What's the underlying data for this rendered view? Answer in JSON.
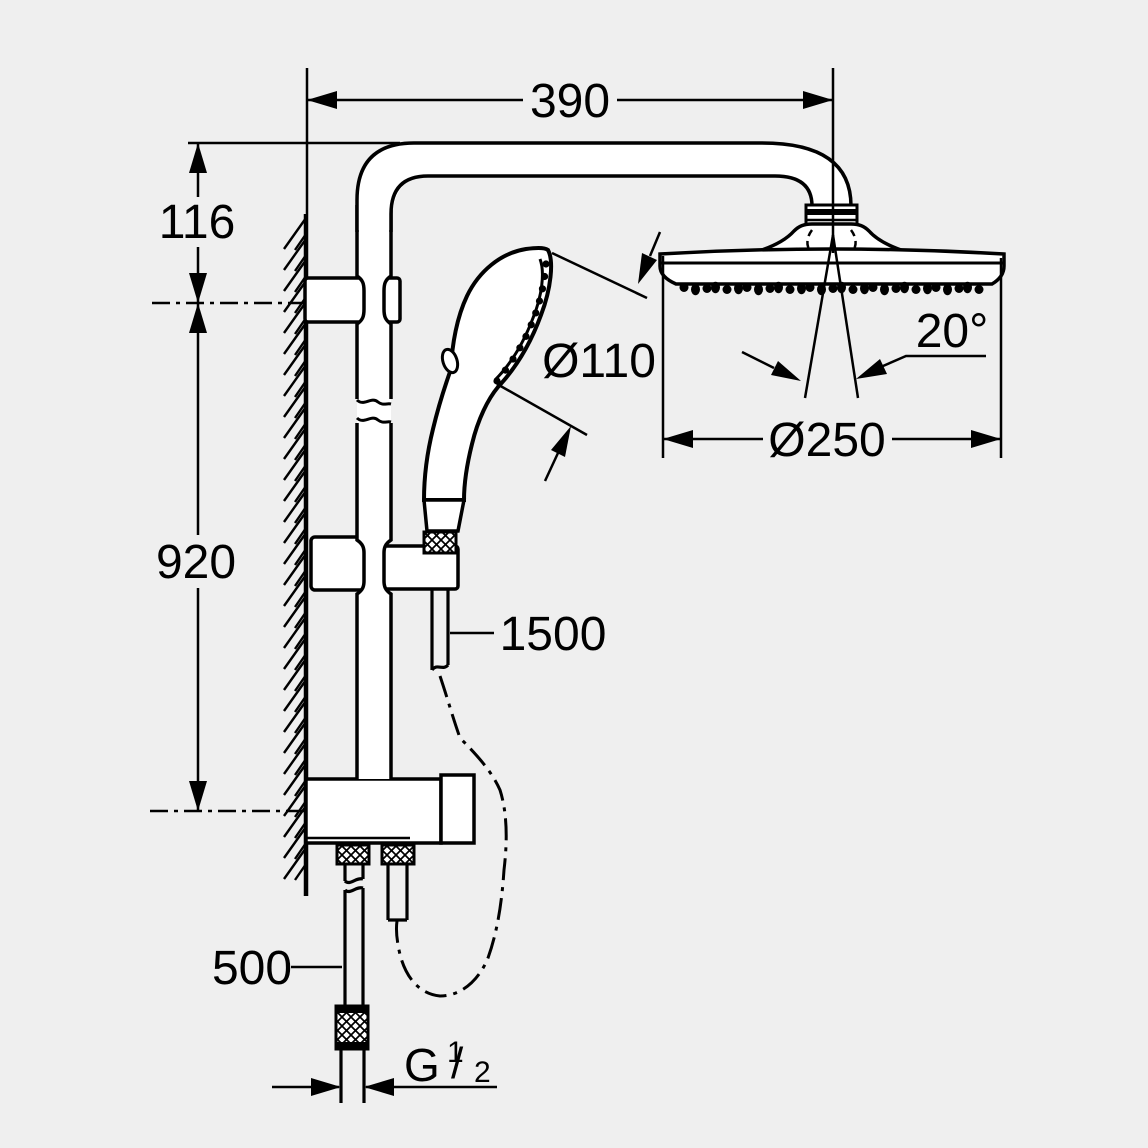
{
  "meta": {
    "type": "technical-dimension-drawing",
    "subject": "shower system with head shower, hand shower and rail"
  },
  "colors": {
    "background": "#efefef",
    "ink": "#000000"
  },
  "labels": {
    "arm_width": "390",
    "wall_offset_top": "116",
    "rail_height": "920",
    "hand_shower_diameter": "Ø110",
    "head_swivel_angle": "20°",
    "head_shower_diameter": "Ø250",
    "hose_length": "1500",
    "supply_pipe_length": "500",
    "thread": {
      "prefix": "G",
      "numerator": "1",
      "slash": "/",
      "denominator": "2"
    }
  }
}
